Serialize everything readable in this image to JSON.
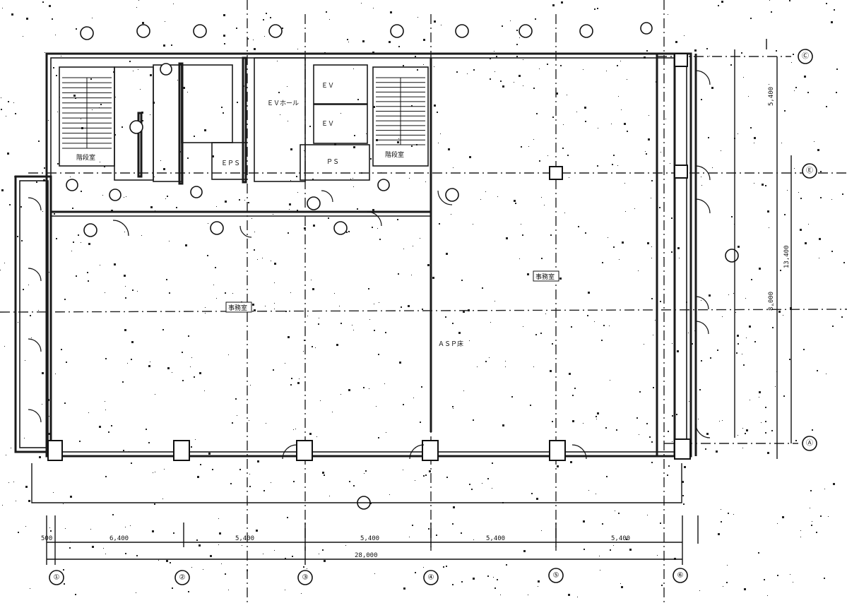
{
  "grid": {
    "columns": [
      "①",
      "②",
      "③",
      "④",
      "⑤",
      "⑥"
    ],
    "rows": [
      "Ⓐ",
      "Ⓔ",
      "Ⓒ"
    ]
  },
  "dimensions": {
    "bays": [
      "6,400",
      "5,400",
      "5,400",
      "5,400",
      "5,400"
    ],
    "total": "28,000",
    "left_offset": "500",
    "right_vertical_upper": "5,400",
    "right_vertical_total": "13,400",
    "right_vertical_lower": "8,000"
  },
  "room_labels": {
    "office_left": "事務室",
    "office_right": "事務室",
    "annotation_right": "ＡＳＰ床",
    "eps": "ＥＰＳ",
    "ev1": "ＥＶ",
    "ev2": "ＥＶ",
    "pipe": "ＰＳ",
    "stair_left": "階段室",
    "stair_right": "階段室",
    "hall": "ＥＶホール"
  }
}
